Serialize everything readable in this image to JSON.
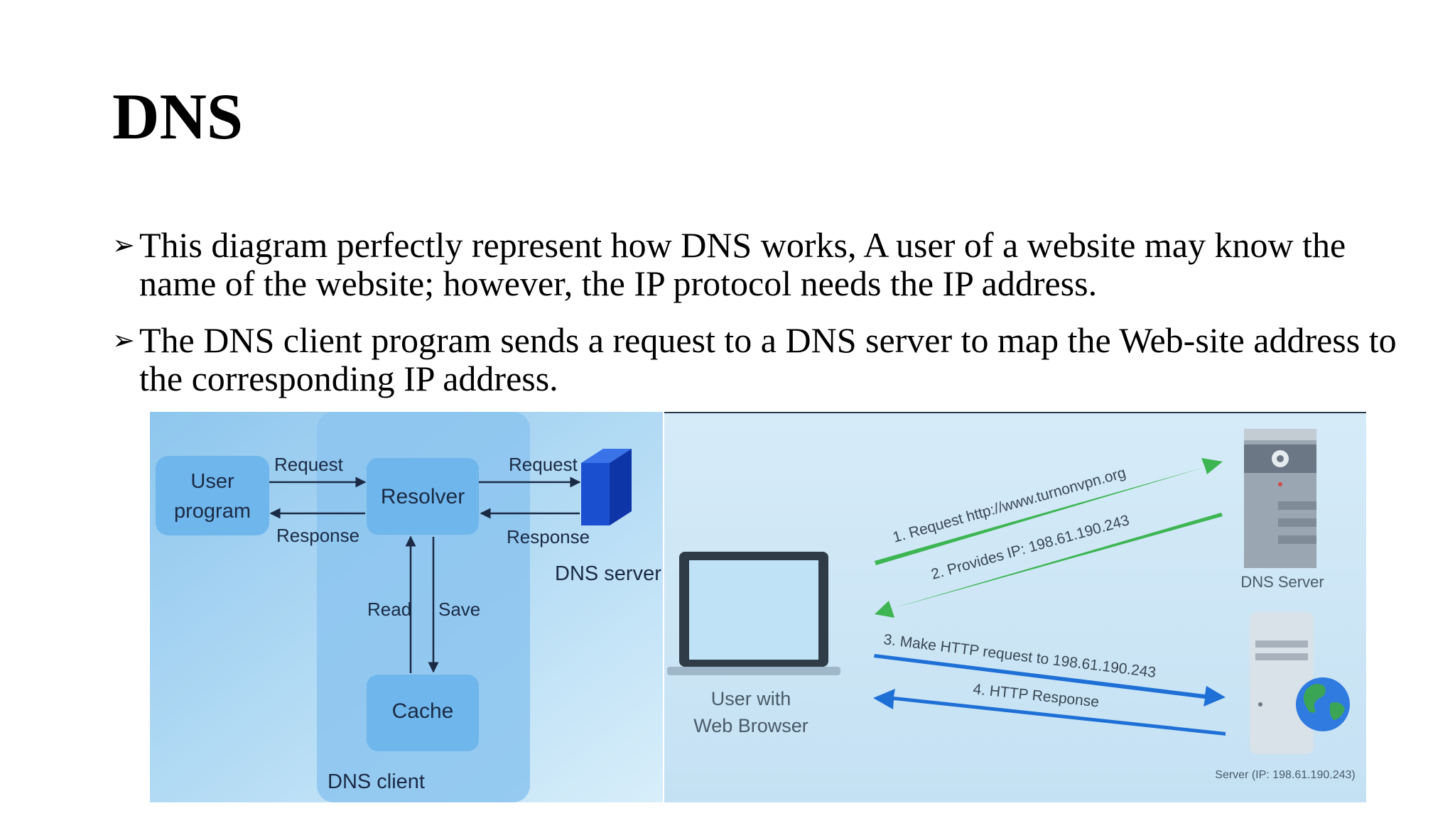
{
  "slide": {
    "title": "DNS",
    "bullets": [
      "This diagram perfectly represent how DNS works, A user of a website may know the name of the website; however, the IP protocol needs the IP address.",
      "The DNS client program sends a request to a DNS server to map the Web-site address to the corresponding IP address."
    ],
    "bullet_icon": "arrowhead-bullet-icon"
  },
  "left_diagram": {
    "user_program": [
      "User",
      "program"
    ],
    "resolver": "Resolver",
    "cache": "Cache",
    "dns_client": "DNS client",
    "dns_server": "DNS server",
    "request_1": "Request",
    "response_1": "Response",
    "request_2": "Request",
    "response_2": "Response",
    "read": "Read",
    "save": "Save",
    "colors": {
      "background": "#a6d3f0",
      "box": "#6fb6ec",
      "client_panel": "#8cc4ee",
      "server": "#1a4fd0"
    }
  },
  "right_diagram": {
    "user_browser": [
      "User with",
      "Web Browser"
    ],
    "dns_server": "DNS Server",
    "server_ip": "Server (IP: 198.61.190.243)",
    "step1": "1. Request http://www.turnonvpn.org",
    "step2": "2. Provides IP: 198.61.190.243",
    "step3": "3. Make HTTP request to 198.61.190.243",
    "step4": "4. HTTP Response",
    "colors": {
      "green_arrow": "#3db552",
      "blue_arrow": "#1e6fd6",
      "background": "#cfe6f5"
    }
  }
}
